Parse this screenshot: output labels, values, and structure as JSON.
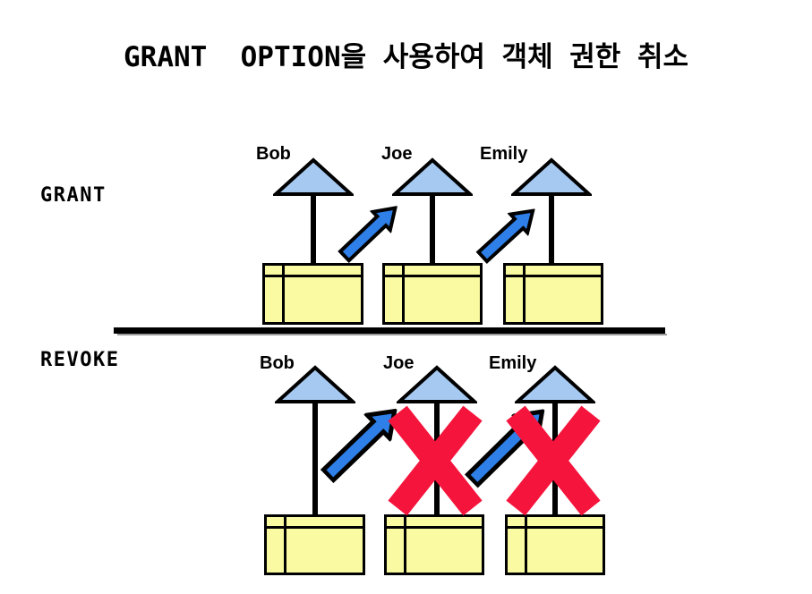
{
  "title": "GRANT  OPTION을 사용하여 객체 권한 취소",
  "sections": [
    {
      "label": "GRANT",
      "actors": [
        {
          "name": "Bob"
        },
        {
          "name": "Joe"
        },
        {
          "name": "Emily"
        }
      ]
    },
    {
      "label": "REVOKE",
      "actors": [
        {
          "name": "Bob"
        },
        {
          "name": "Joe"
        },
        {
          "name": "Emily"
        }
      ]
    }
  ],
  "icons": {
    "person": "person-triangle-icon",
    "object": "privilege-table-icon",
    "grant_flow": "grant-arrow-icon",
    "revoke_mark": "revoke-x-icon"
  },
  "colors": {
    "person_fill": "#A6C9F2",
    "table_fill": "#FAFAA2",
    "arrow_fill": "#2E7FE8",
    "revoke_x": "#F5143C",
    "outline": "#000000",
    "background": "#FFFFFF"
  }
}
